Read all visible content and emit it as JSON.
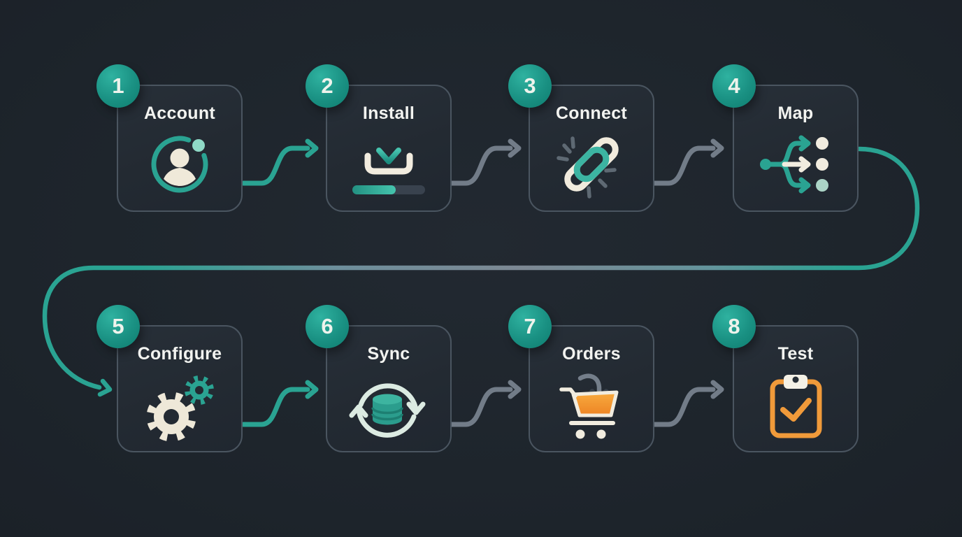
{
  "diagram": {
    "background": "#1e242b",
    "accent_teal": "#2aa392",
    "accent_mint": "#8fd9c6",
    "accent_cream": "#f1ebdd",
    "accent_orange": "#f09a3a",
    "connector_gray": "#727c88",
    "steps": [
      {
        "number": "1",
        "label": "Account",
        "icon": "user-circle-icon"
      },
      {
        "number": "2",
        "label": "Install",
        "icon": "download-progress-icon",
        "progress_pct": 58
      },
      {
        "number": "3",
        "label": "Connect",
        "icon": "chain-link-icon"
      },
      {
        "number": "4",
        "label": "Map",
        "icon": "branch-mapping-icon"
      },
      {
        "number": "5",
        "label": "Configure",
        "icon": "gears-icon"
      },
      {
        "number": "6",
        "label": "Sync",
        "icon": "database-sync-icon"
      },
      {
        "number": "7",
        "label": "Orders",
        "icon": "cart-import-icon"
      },
      {
        "number": "8",
        "label": "Test",
        "icon": "clipboard-check-icon"
      }
    ],
    "connectors": [
      {
        "from": "Account",
        "to": "Install",
        "color": "teal"
      },
      {
        "from": "Install",
        "to": "Connect",
        "color": "gray"
      },
      {
        "from": "Connect",
        "to": "Map",
        "color": "gray"
      },
      {
        "from": "Map",
        "to": "Configure",
        "color": "teal-gray-gradient",
        "shape": "wrap-around"
      },
      {
        "from": "Configure",
        "to": "Sync",
        "color": "teal"
      },
      {
        "from": "Sync",
        "to": "Orders",
        "color": "gray"
      },
      {
        "from": "Orders",
        "to": "Test",
        "color": "gray"
      }
    ]
  }
}
